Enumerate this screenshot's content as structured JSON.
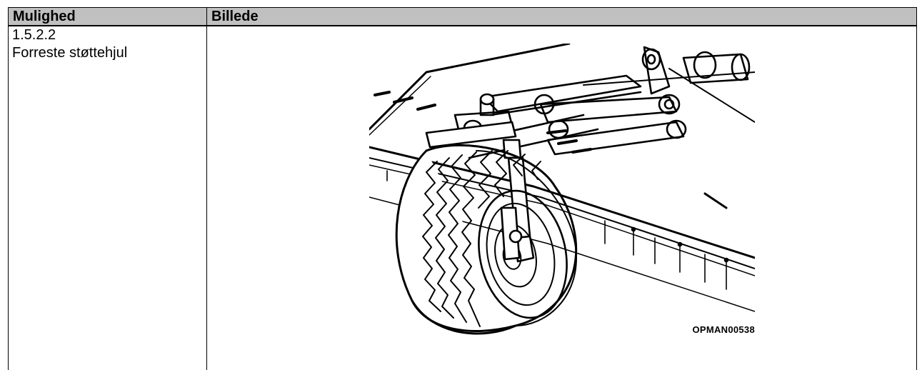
{
  "table": {
    "headers": {
      "option": "Mulighed",
      "image": "Billede"
    },
    "rows": [
      {
        "section_number": "1.5.2.2",
        "option_name": "Forreste støttehjul",
        "figure": {
          "icon": "front-support-wheel-illustration",
          "code": "OPMAN00538"
        }
      }
    ]
  }
}
